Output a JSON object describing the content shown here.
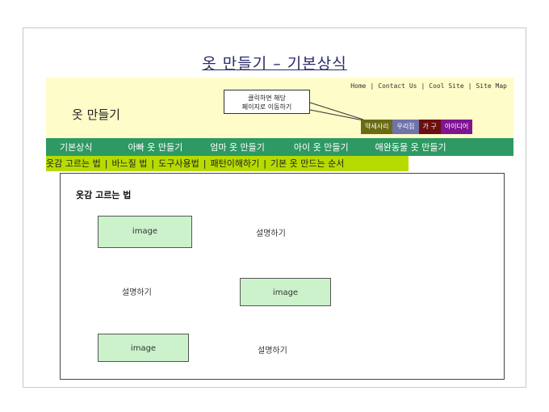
{
  "page": {
    "title": "옷 만들기 – 기본상식"
  },
  "header": {
    "logo_text": "옷 만들기",
    "top_links": [
      "Home",
      "Contact Us",
      "Cool Site",
      "Site Map"
    ],
    "callout_line1": "클릭하면 해당",
    "callout_line2": "페이지로 이동하기",
    "mini_menu": [
      "약세사리",
      "우리집",
      "가 구",
      "아이디어"
    ]
  },
  "nav": {
    "items": [
      "기본상식",
      "아빠 옷 만들기",
      "엄마 옷 만들기",
      "아이 옷 만들기",
      "애완동물 옷 만들기"
    ]
  },
  "subnav": {
    "items": [
      "옷감 고르는 법",
      "바느질 법",
      "도구사용법",
      "패턴이해하기",
      "기본 옷 만드는 순서"
    ]
  },
  "content": {
    "title": "옷감 고르는 법",
    "rows": [
      {
        "image": "image",
        "description": "설명하기"
      },
      {
        "image": "image",
        "description": "설명하기"
      },
      {
        "image": "image",
        "description": "설명하기"
      }
    ]
  },
  "colors": {
    "header_bg": "#fefcc9",
    "nav_bg": "#2e9963",
    "subnav_bg": "#b6db00",
    "image_placeholder": "#ccf2cc"
  }
}
